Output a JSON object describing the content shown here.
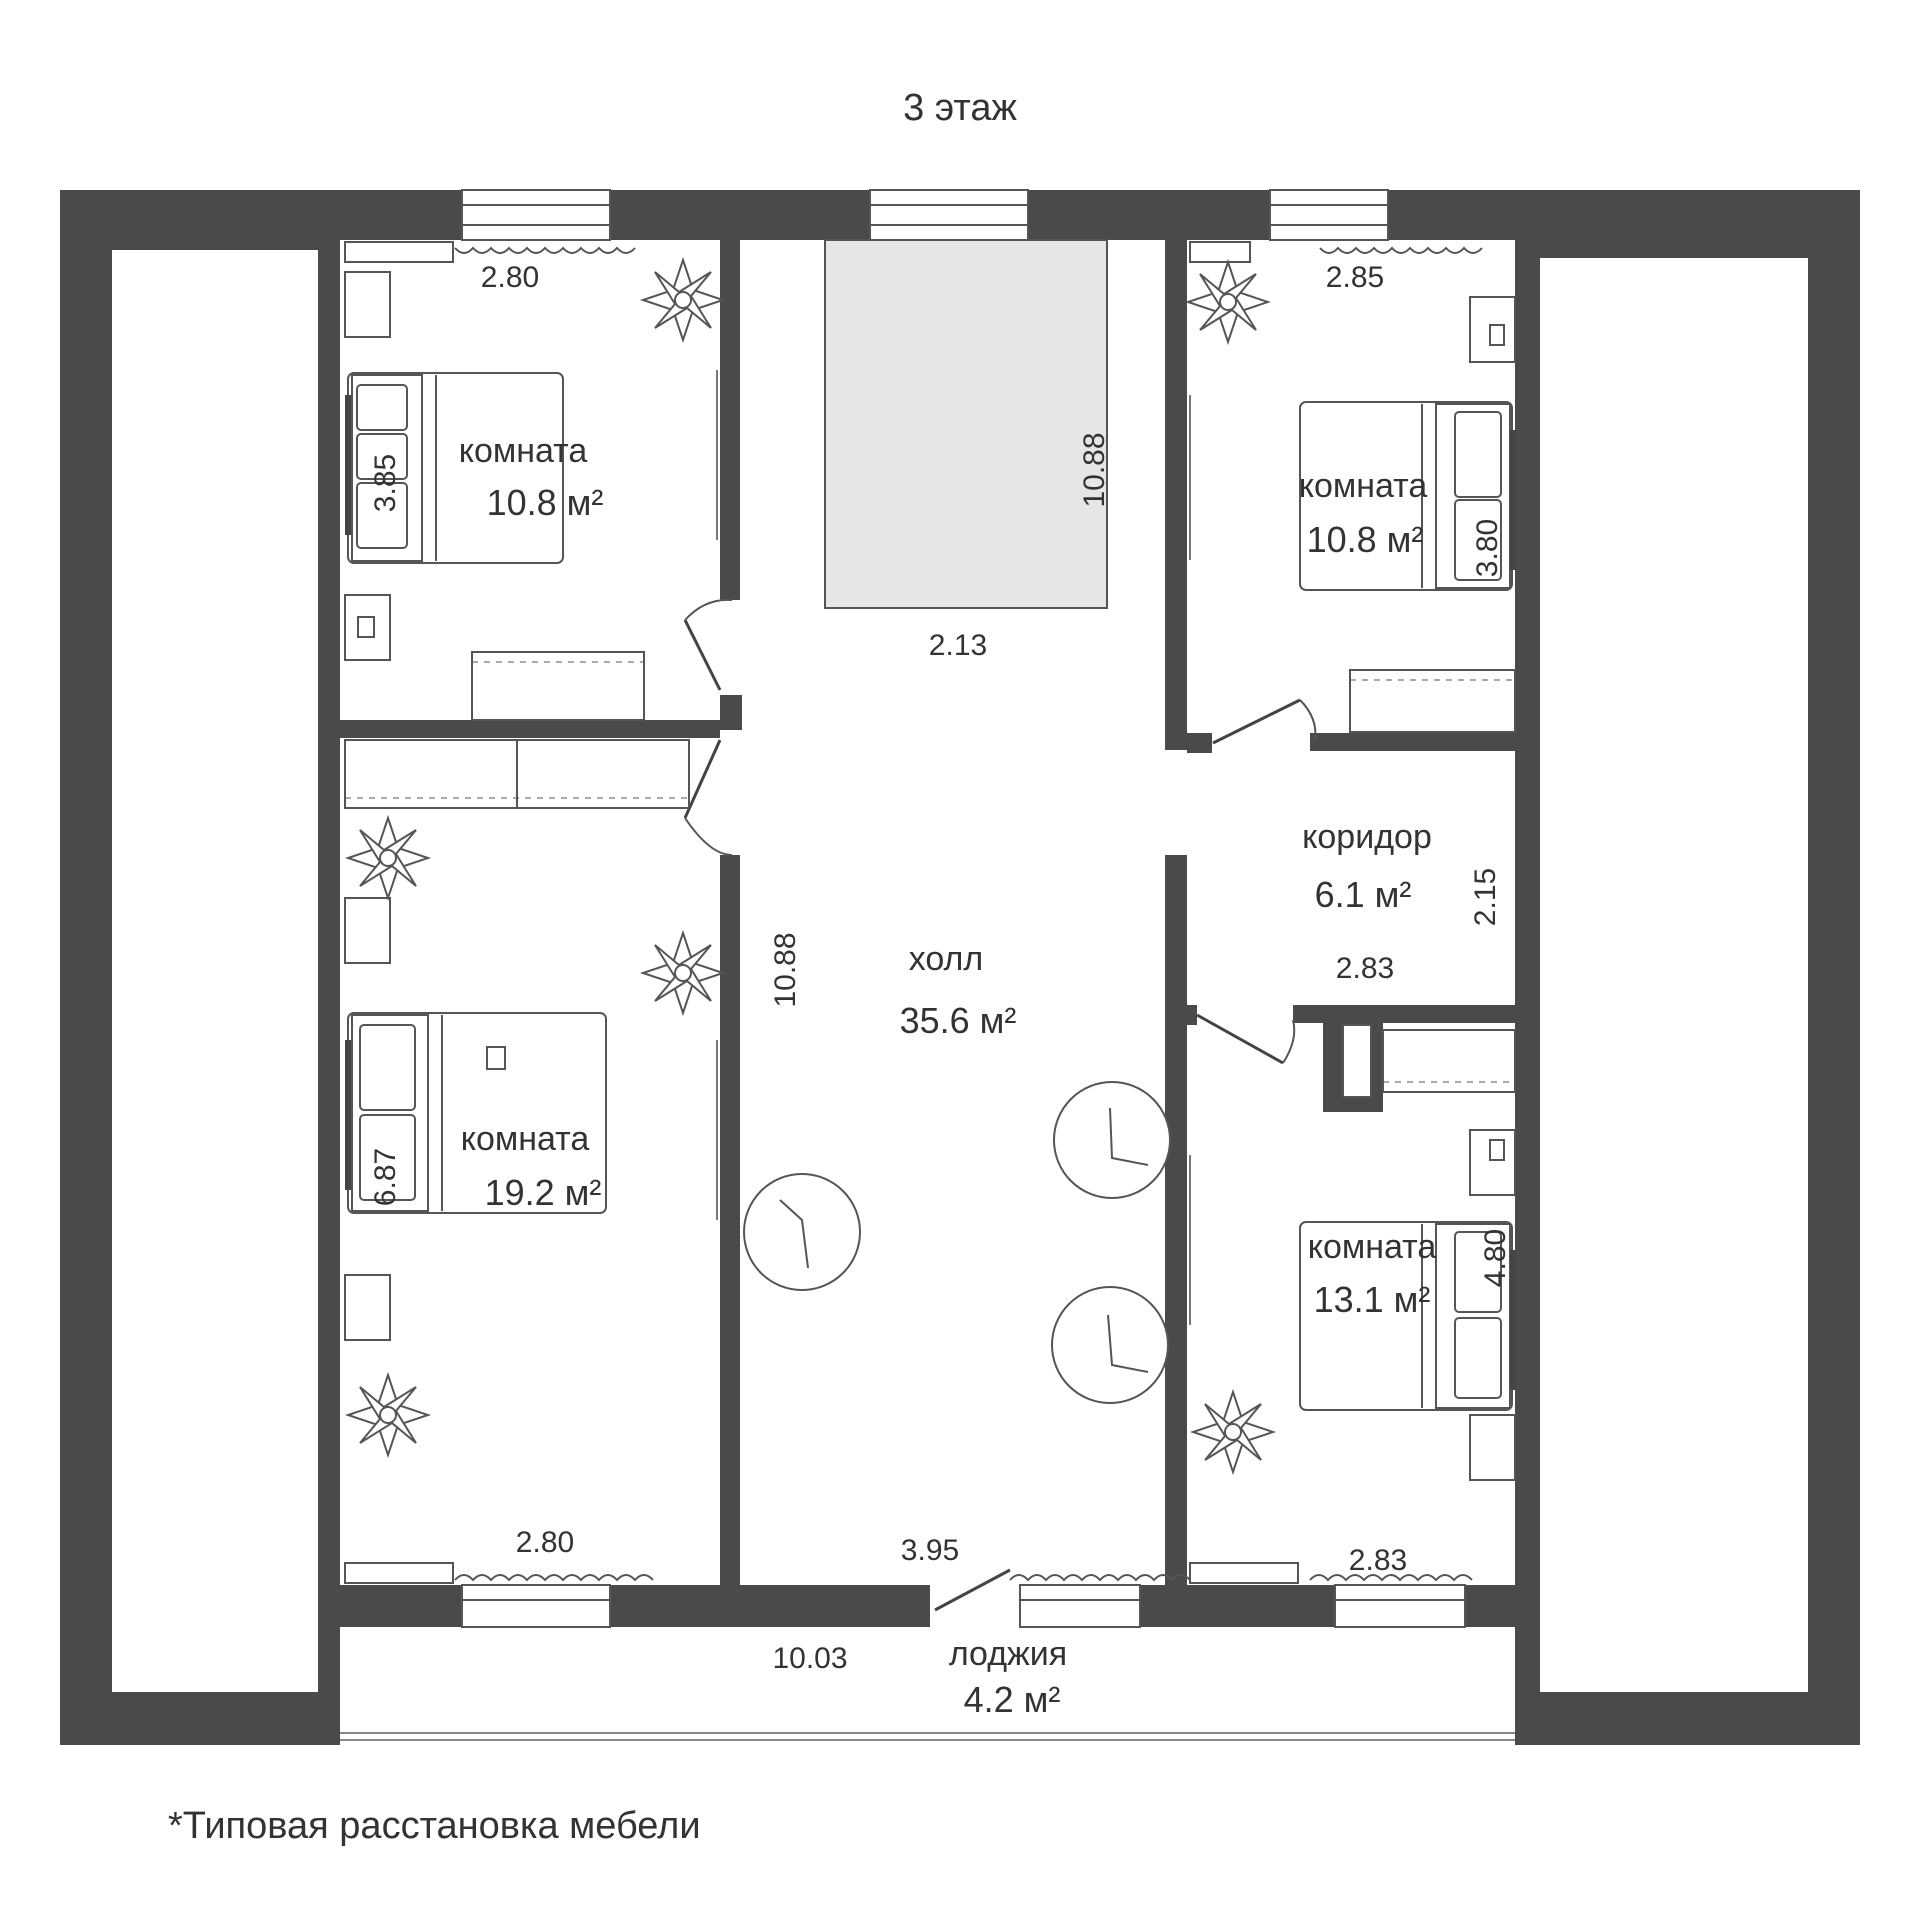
{
  "title": "3 этаж",
  "footnote": "*Типовая расстановка мебели",
  "colors": {
    "wall": "#4a4a4a",
    "line": "#555555",
    "text": "#333333",
    "rug": "#e6e6e6",
    "background": "#ffffff"
  },
  "rooms": {
    "room_top_left": {
      "name": "комната",
      "area": "10.8 м²"
    },
    "room_bottom_left": {
      "name": "комната",
      "area": "19.2 м²"
    },
    "room_top_right": {
      "name": "комната",
      "area": "10.8 м²"
    },
    "room_bottom_right": {
      "name": "комната",
      "area": "13.1 м²"
    },
    "hall": {
      "name": "холл",
      "area": "35.6 м²"
    },
    "corridor": {
      "name": "коридор",
      "area": "6.1 м²"
    },
    "loggia": {
      "name": "лоджия",
      "area": "4.2 м²"
    }
  },
  "dimensions": {
    "tl_width": "2.80",
    "tl_height": "3.85",
    "rug_height": "10.88",
    "rug_width": "2.13",
    "tr_width": "2.85",
    "tr_height": "3.80",
    "hall_height": "10.88",
    "corridor_height": "2.15",
    "corridor_width": "2.83",
    "bl_height": "6.87",
    "bl_width": "2.80",
    "hall_width": "3.95",
    "br_height": "4.80",
    "br_width": "2.83",
    "loggia_width": "10.03"
  },
  "icons": [
    "plant-icon",
    "armchair-icon",
    "bed-icon",
    "nightstand-icon",
    "wardrobe-icon",
    "door-swing-icon",
    "window-icon",
    "curtain-icon"
  ]
}
